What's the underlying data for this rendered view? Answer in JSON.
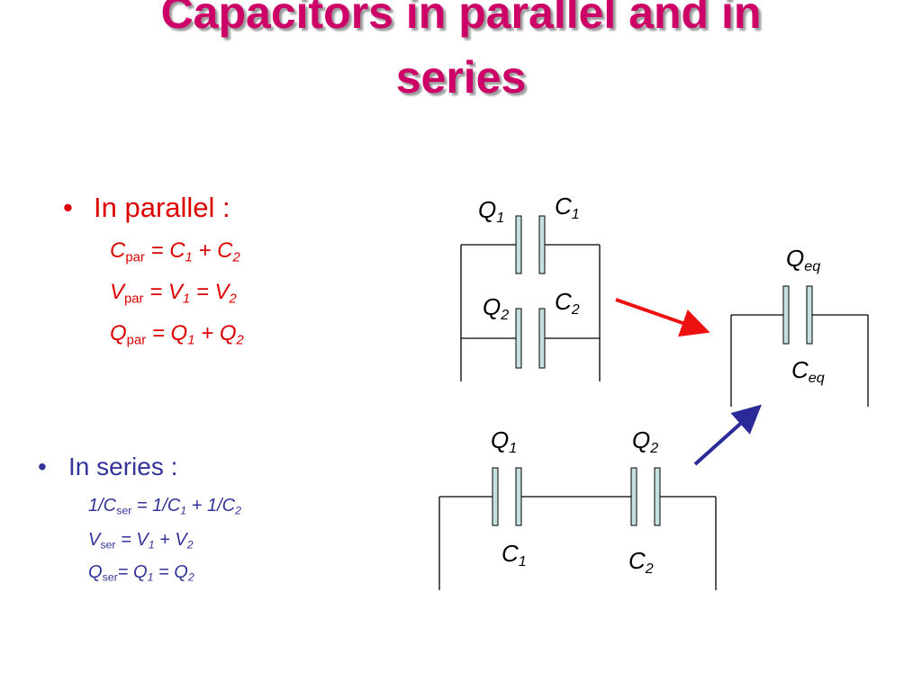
{
  "title": {
    "line1": "Capacitors in parallel and in",
    "line2": "series"
  },
  "parallel": {
    "bullet": "•",
    "heading": "In parallel :",
    "equations": [
      {
        "lhs": "C",
        "lhs_sub": "par",
        "rhs": "= C",
        "rhs_sub1": "1",
        "mid": " + C",
        "rhs_sub2": "2"
      },
      {
        "lhs": "V",
        "lhs_sub": "par",
        "rhs": "= V",
        "rhs_sub1": "1",
        "mid": " = V",
        "rhs_sub2": "2"
      },
      {
        "lhs": "Q",
        "lhs_sub": "par",
        "rhs": "= Q",
        "rhs_sub1": "1",
        "mid": " + Q",
        "rhs_sub2": "2"
      }
    ],
    "labels": {
      "q1": {
        "main": "Q",
        "sub": "1"
      },
      "c1": {
        "main": "C",
        "sub": "1"
      },
      "q2": {
        "main": "Q",
        "sub": "2"
      },
      "c2": {
        "main": "C",
        "sub": "2"
      }
    }
  },
  "series": {
    "bullet": "•",
    "heading": "In series :",
    "equations": [
      {
        "lhs": "1/C",
        "lhs_sub": "ser",
        "rhs": " = 1/C",
        "rhs_sub1": "1",
        "mid": " + 1/C",
        "rhs_sub2": "2"
      },
      {
        "lhs": "V",
        "lhs_sub": "ser",
        "rhs": " = V",
        "rhs_sub1": "1",
        "mid": " + V",
        "rhs_sub2": "2"
      },
      {
        "lhs": "Q",
        "lhs_sub": "ser",
        "rhs": "= Q",
        "rhs_sub1": "1",
        "mid": " = Q",
        "rhs_sub2": "2"
      }
    ],
    "labels": {
      "q1": {
        "main": "Q",
        "sub": "1"
      },
      "q2": {
        "main": "Q",
        "sub": "2"
      },
      "c1": {
        "main": "C",
        "sub": "1"
      },
      "c2": {
        "main": "C",
        "sub": "2"
      }
    }
  },
  "equivalent": {
    "labels": {
      "q": {
        "main": "Q",
        "sub": "eq"
      },
      "c": {
        "main": "C",
        "sub": "eq"
      }
    }
  },
  "colors": {
    "title": "#cc0066",
    "parallel_text": "#dd0000",
    "series_text": "#333399",
    "plate_fill": "#c4e0e0",
    "red_arrow": "#ee1111",
    "blue_arrow": "#2a2a99"
  }
}
